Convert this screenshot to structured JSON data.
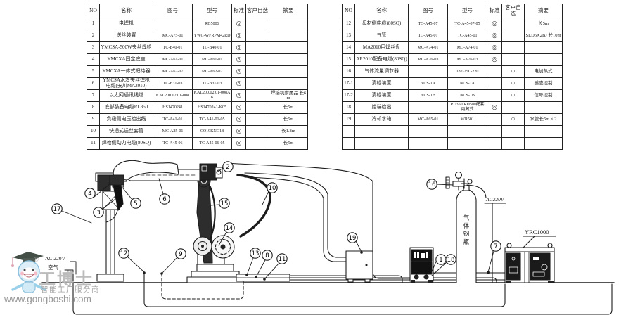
{
  "left_table": {
    "headers": [
      "NO",
      "名称",
      "图号",
      "型号",
      "标准",
      "客户自选",
      "摘要"
    ],
    "rows": [
      [
        "1",
        "电焊机",
        "",
        "RD500S",
        "◎",
        "",
        ""
      ],
      [
        "2",
        "送丝装置",
        "MC-A75-01",
        "YWC-WFRPM42RD",
        "◎",
        "",
        ""
      ],
      [
        "3",
        "YMCSA-500W夹丝焊枪",
        "TC-B40-01",
        "TC-B40-01",
        "◎",
        "",
        ""
      ],
      [
        "4",
        "YMCXA固定底座",
        "MC-A61-01",
        "MC-A61-01",
        "◎",
        "",
        ""
      ],
      [
        "5",
        "YMCXA一体式把持器",
        "MC-A62-07",
        "MC-A62-07",
        "◎",
        "",
        ""
      ],
      [
        "6",
        "YMCSA水冷夹丝焊枪电缆(安川MA2010)",
        "TC-B31-03",
        "TC-B31-03",
        "◎",
        "",
        ""
      ],
      [
        "7",
        "以太网通讯线缆",
        "KAL200.02.01-008",
        "KAL200.02.01-008A6",
        "◎",
        "",
        "焊接机附属品 长6m"
      ],
      [
        "8",
        "底部装备电缆RL350",
        "HS1470241",
        "HS1470241-K05",
        "◎",
        "",
        "长5m"
      ],
      [
        "9",
        "负极侧电压检出线",
        "TC-A41-01",
        "TC-A41-01-05",
        "◎",
        "",
        "长5m"
      ],
      [
        "10",
        "快插式送丝套管",
        "MC-A25-01",
        "CO19KNO18",
        "◎",
        "",
        "长1.8m"
      ],
      [
        "11",
        "焊枪侧动力电缆(80SQ)",
        "TC-A45-06",
        "TC-A45-06-05",
        "◎",
        "",
        "长5m"
      ]
    ]
  },
  "right_table": {
    "headers": [
      "NO",
      "名称",
      "图号",
      "型号",
      "标准",
      "客户自选",
      "摘要"
    ],
    "rows": [
      [
        "12",
        "母材侧电缆(80SQ)",
        "TC-A45-07",
        "TC-A45-07-05",
        "◎",
        "",
        "长5m"
      ],
      [
        "13",
        "气管",
        "TC-A45-01",
        "TC-A45-01",
        "◎",
        "",
        "SLD6X2BJ 长10m"
      ],
      [
        "14",
        "MA2010用焊丝盘",
        "MC-A74-01",
        "MC-A74-01",
        "◎",
        "",
        ""
      ],
      [
        "15",
        "AR2010配备电缆(80SQ)",
        "MC-A76-03",
        "MC-A76-03",
        "◎",
        "",
        ""
      ],
      [
        "16",
        "气体流量调节器",
        "",
        "182-25L-220",
        "",
        "○",
        "电加热式"
      ],
      [
        "17-1",
        "清枪装置",
        "NCS-1A",
        "NCS-1A",
        "",
        "○",
        "感应控制"
      ],
      [
        "17-2",
        "清枪装置",
        "NCS-1B",
        "NCS-1B",
        "",
        "○",
        "信号控制"
      ],
      [
        "18",
        "始端检出",
        "",
        "RD350/RD500配套内藏式",
        "◎",
        "",
        ""
      ],
      [
        "19",
        "冷却水箱",
        "MC-A65-01",
        "WR501",
        "",
        "○",
        "水管长5m × 2"
      ],
      [
        "",
        "",
        "",
        "",
        "",
        "",
        ""
      ],
      [
        "",
        "",
        "",
        "",
        "",
        "",
        ""
      ]
    ]
  },
  "diagram": {
    "callouts": [
      "1",
      "2",
      "3",
      "4",
      "5",
      "6",
      "7",
      "8",
      "9",
      "10",
      "11",
      "12",
      "13",
      "14",
      "15",
      "16",
      "17",
      "18",
      "19"
    ],
    "labels": {
      "ac220v_left": "AC 220V",
      "air": "空气",
      "ac220v_right": "AC220V",
      "gas_cylinder": "气体钢瓶",
      "controller": "YRC1000"
    }
  },
  "watermark": {
    "registered": "®",
    "brand": "工博士",
    "slogan": "智能工厂服务商",
    "url": "www.gongboshi.com"
  },
  "colors": {
    "line": "#1c1c1c",
    "dark_fill": "#2d2d2d",
    "watermark_gray": "#b9b9b9",
    "mascot_blue": "#cfe9f6"
  }
}
